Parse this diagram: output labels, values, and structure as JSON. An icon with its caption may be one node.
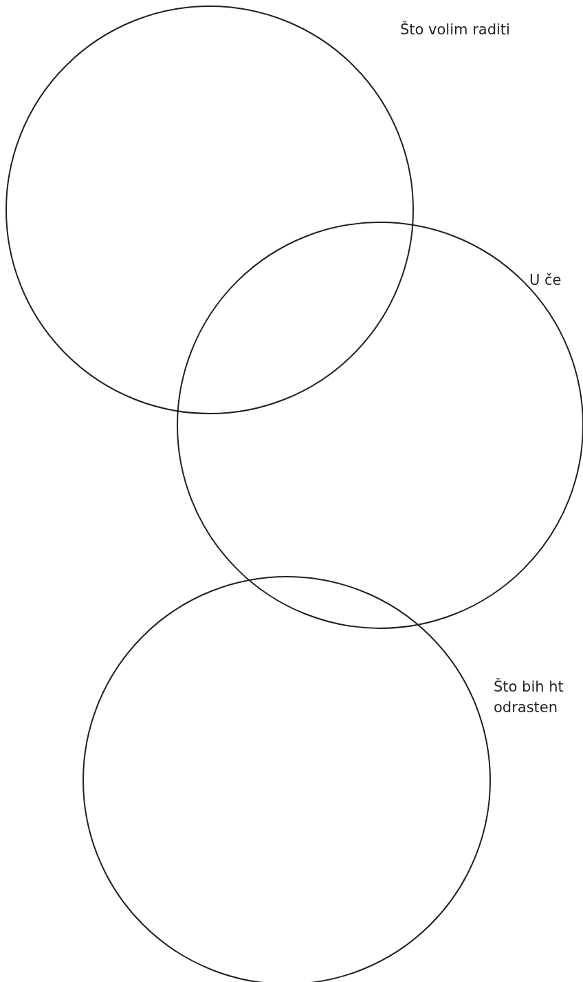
{
  "diagram": {
    "nodes": [
      {
        "text": [
          "Što volim raditi"
        ]
      },
      {
        "text": [
          "U če"
        ]
      },
      {
        "text": [
          "Što bih ht odrasten"
        ]
      }
    ]
  }
}
